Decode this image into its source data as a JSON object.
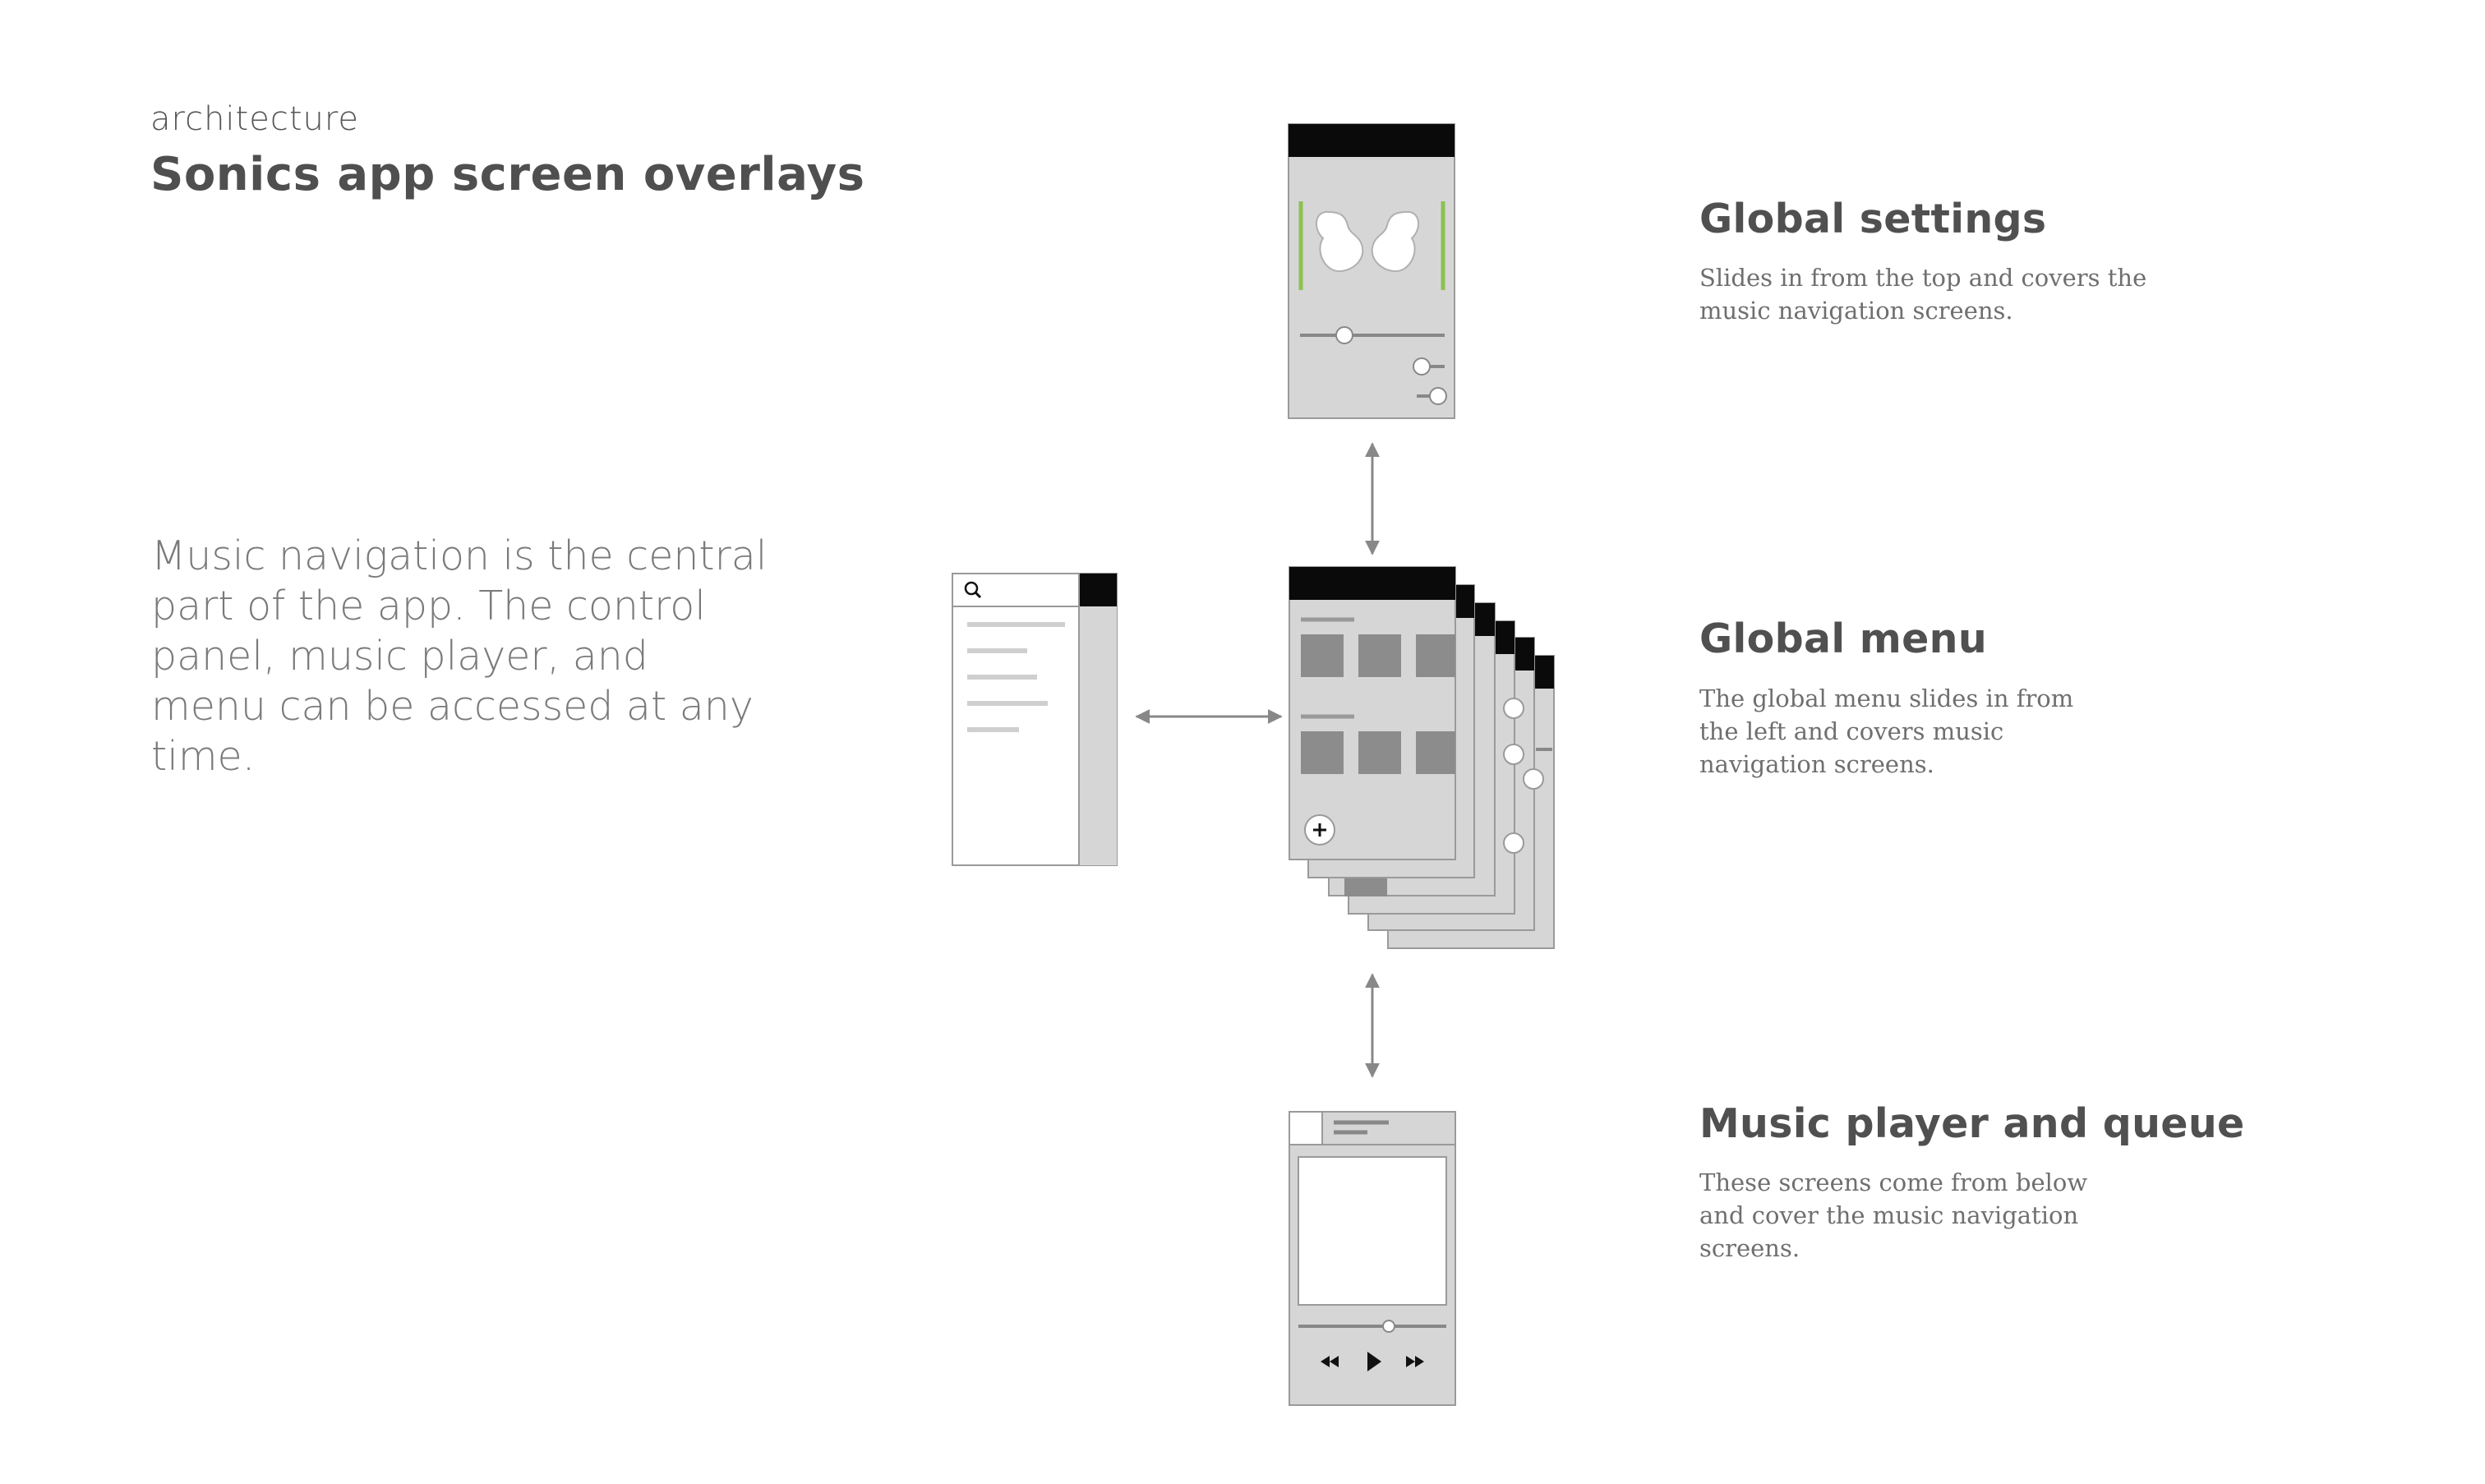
{
  "header": {
    "eyebrow": "architecture",
    "title": "Sonics app screen overlays"
  },
  "intro": {
    "text": "Music navigation is the central part of the app. The control panel, music player, and menu can be accessed at any time."
  },
  "sections": [
    {
      "title": "Global settings",
      "description": "Slides in from the top and covers the music navigation screens."
    },
    {
      "title": "Global menu",
      "description": "The global menu slides in from the left and covers music navigation screens."
    },
    {
      "title": "Music player and queue",
      "description": "These screens come from below and cover the music navigation screens."
    }
  ],
  "colors": {
    "screen_fill": "#d6d6d6",
    "screen_stroke": "#9a9a9a",
    "header_black": "#0a0a0a",
    "tile_gray": "#8c8c8c",
    "accent_green": "#8cc152",
    "arrow_gray": "#888888"
  },
  "icons": [
    "search-icon",
    "plus-icon",
    "rewind-icon",
    "play-icon",
    "fast-forward-icon",
    "earbuds-icon"
  ]
}
